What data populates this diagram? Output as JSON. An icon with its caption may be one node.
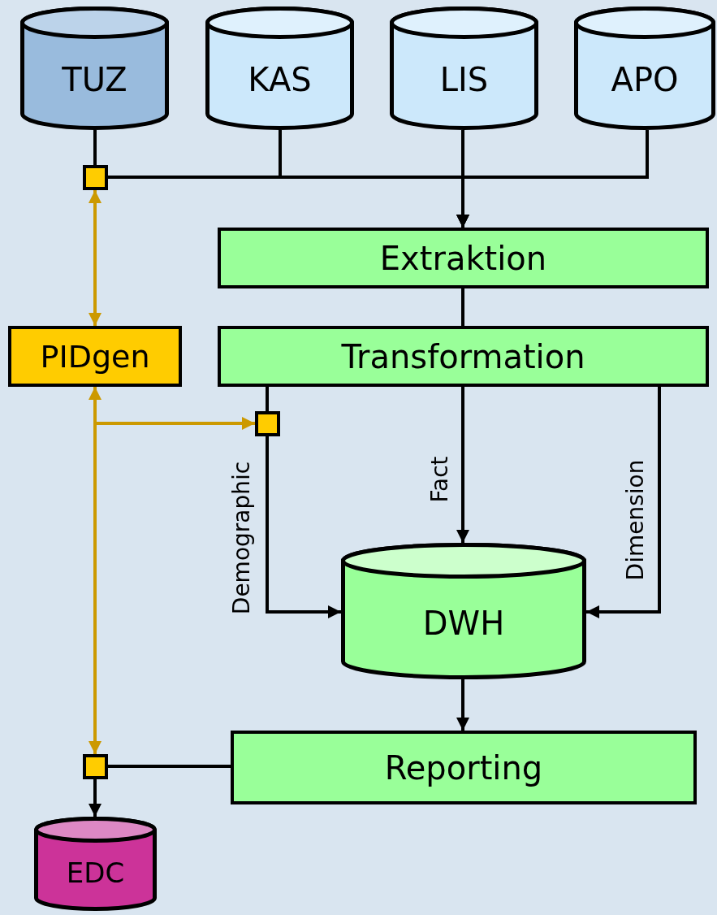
{
  "diagram": {
    "nodes": [
      {
        "text": [
          "TUZ"
        ]
      },
      {
        "text": [
          "KAS"
        ]
      },
      {
        "text": [
          "LIS"
        ]
      },
      {
        "text": [
          "APO"
        ]
      },
      {
        "text": [],
        "shape": "box"
      },
      {
        "text": [
          "Extraktion"
        ]
      },
      {
        "text": [
          "PIDgen"
        ]
      },
      {
        "text": [
          "Transformation"
        ]
      },
      {
        "text": [],
        "shape": "box"
      },
      {
        "text": [
          "DWH"
        ]
      },
      {
        "text": [
          "Reporting"
        ]
      },
      {
        "text": [],
        "shape": "box"
      },
      {
        "text": [
          "EDC"
        ]
      }
    ],
    "edges": [
      {
        "from": 0,
        "to": 4,
        "arrow": "none"
      },
      {
        "from": 1,
        "to": 5,
        "arrow": "to"
      },
      {
        "from": 2,
        "to": 5,
        "arrow": "to"
      },
      {
        "from": 3,
        "to": 5,
        "arrow": "to"
      },
      {
        "from": 4,
        "to": 5,
        "arrow": "to"
      },
      {
        "from": 4,
        "to": 6,
        "arrow": "both",
        "color": "#cc9900"
      },
      {
        "from": 5,
        "to": 7,
        "arrow": "none"
      },
      {
        "from": 6,
        "to": 11,
        "arrow": "both",
        "color": "#cc9900"
      },
      {
        "from": 6,
        "to": 8,
        "arrow": "to",
        "color": "#cc9900"
      },
      {
        "from": 7,
        "to": 8,
        "arrow": "none"
      },
      {
        "from": 8,
        "to": 9,
        "label": "Demographic",
        "arrow": "to"
      },
      {
        "from": 7,
        "to": 9,
        "label": "Fact",
        "arrow": "to"
      },
      {
        "from": 7,
        "to": 9,
        "label": "Dimension",
        "arrow": "to"
      },
      {
        "from": 9,
        "to": 10,
        "arrow": "to"
      },
      {
        "from": 10,
        "to": 11,
        "arrow": "none"
      },
      {
        "from": 11,
        "to": 12,
        "arrow": "to"
      }
    ]
  }
}
